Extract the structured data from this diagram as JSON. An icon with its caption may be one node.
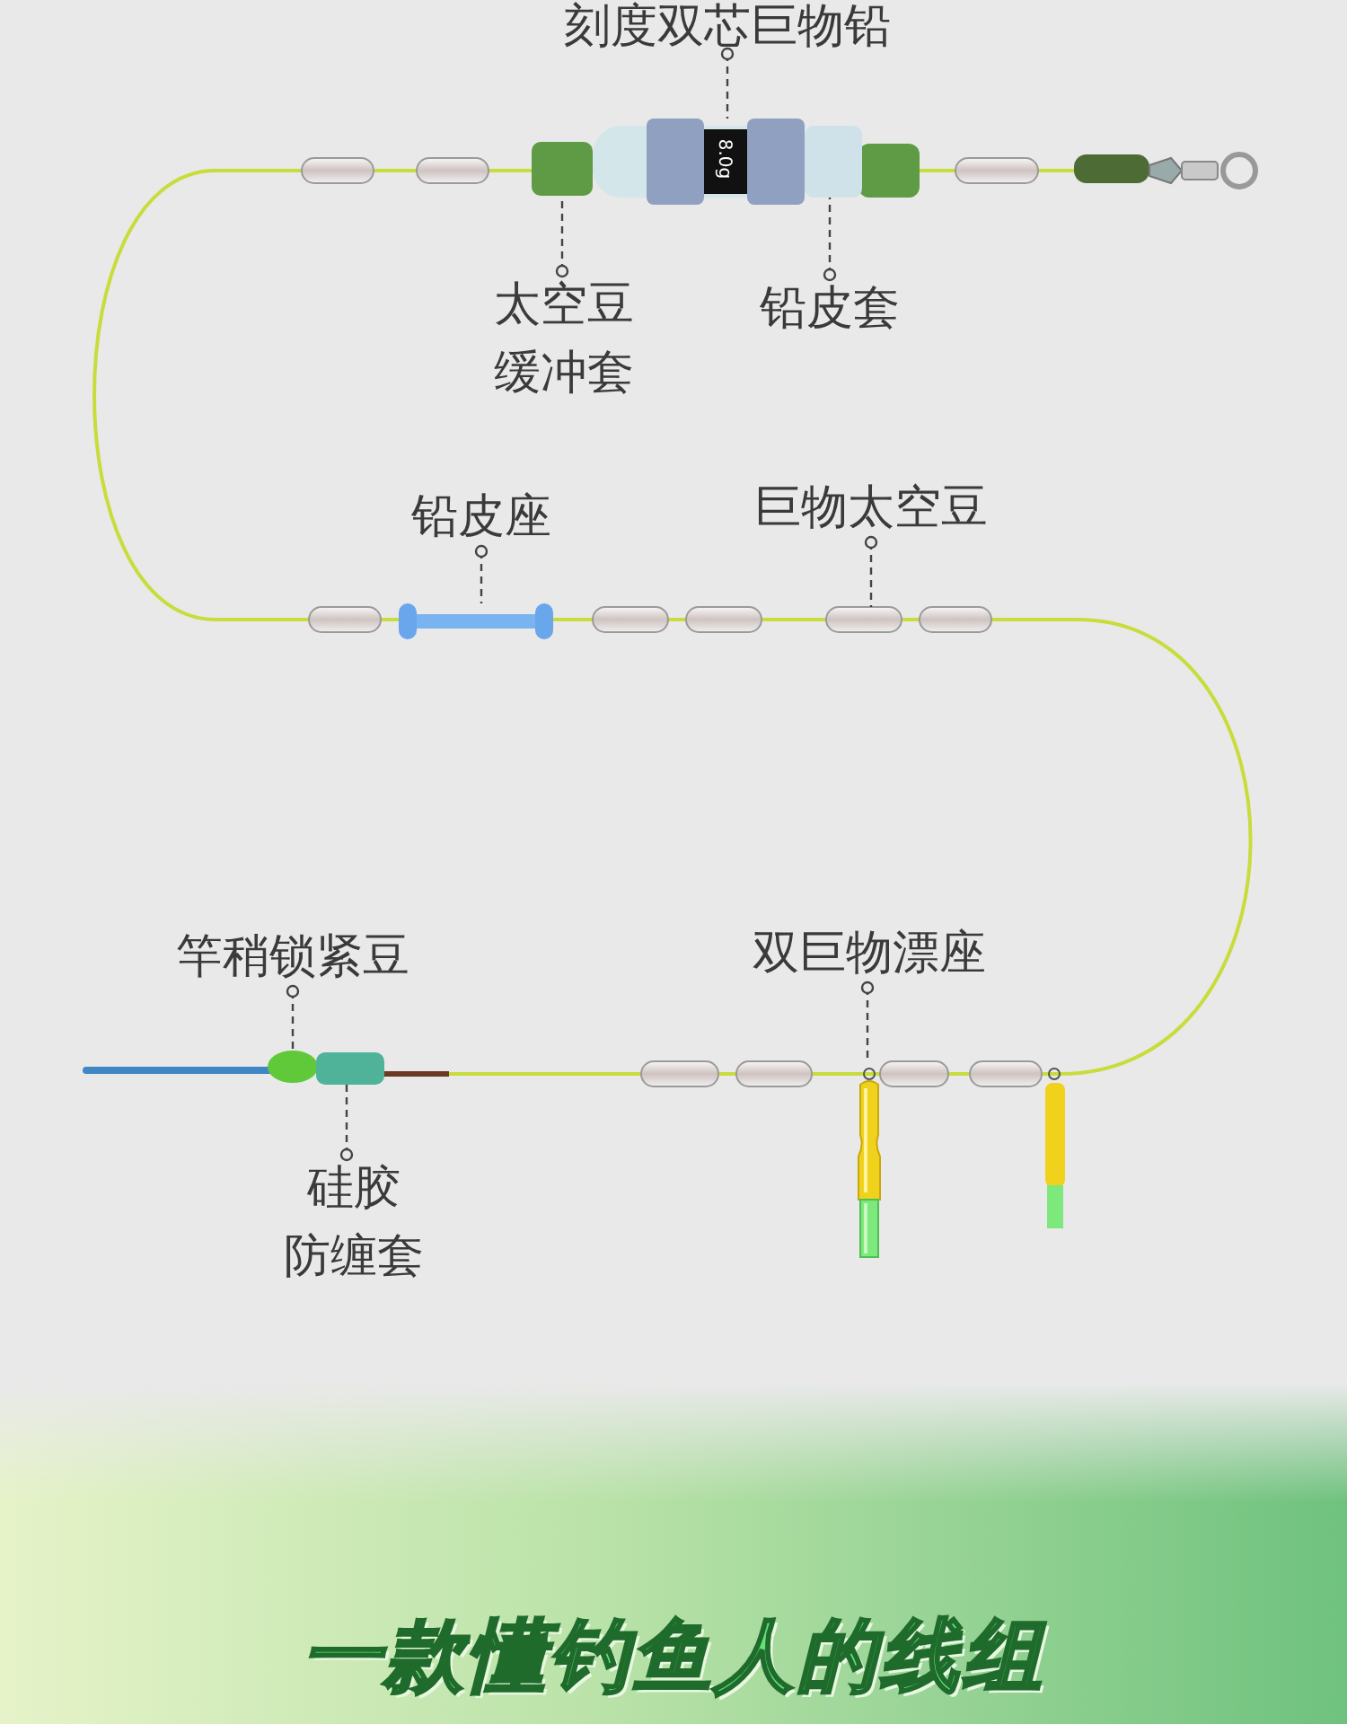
{
  "diagram": {
    "caption": "一款懂钓鱼人的线组",
    "nodes": [
      {
        "text": [
          "刻度双芯巨物铅"
        ]
      },
      {
        "text": [],
        "shape": "picture"
      },
      {
        "text": [
          "太空豆缓冲套"
        ]
      },
      {
        "text": [],
        "shape": "box"
      },
      {
        "text": [
          "铅皮套"
        ]
      },
      {
        "text": [],
        "shape": "box"
      },
      {
        "text": [
          "铅皮座"
        ]
      },
      {
        "text": [],
        "shape": "picture"
      },
      {
        "text": [
          "巨物太空豆"
        ]
      },
      {
        "text": [],
        "shape": "picture"
      },
      {
        "text": [
          "竿稍锁紧豆"
        ]
      },
      {
        "text": [],
        "shape": "circle"
      },
      {
        "text": [
          "硅胶防缠套"
        ]
      },
      {
        "text": [],
        "shape": "box"
      },
      {
        "text": [
          "双巨物漂座"
        ]
      },
      {
        "text": [],
        "shape": "picture"
      }
    ],
    "edges": [
      {
        "from": 0,
        "to": 1,
        "arrow": "other",
        "style": "dashed"
      },
      {
        "from": 2,
        "to": 3,
        "arrow": "other",
        "style": "dashed"
      },
      {
        "from": 4,
        "to": 5,
        "arrow": "other",
        "style": "dashed"
      },
      {
        "from": 6,
        "to": 7,
        "arrow": "other",
        "style": "dashed"
      },
      {
        "from": 8,
        "to": 9,
        "arrow": "other",
        "style": "dashed"
      },
      {
        "from": 10,
        "to": 11,
        "arrow": "other",
        "style": "dashed"
      },
      {
        "from": 12,
        "to": 13,
        "arrow": "other",
        "style": "dashed"
      },
      {
        "from": 14,
        "to": 15,
        "arrow": "other",
        "style": "dashed"
      }
    ],
    "labels": [
      "8.0g"
    ]
  }
}
